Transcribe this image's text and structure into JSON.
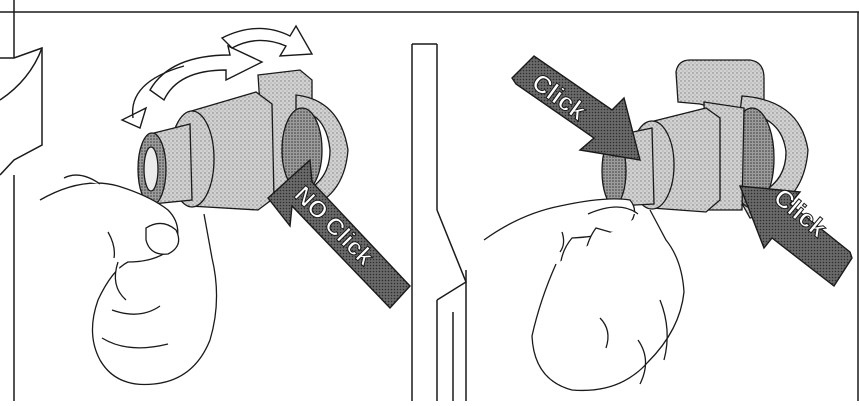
{
  "panel_left": {
    "arrow_label": "NO Click"
  },
  "panel_right": {
    "arrow_label_top": "Click",
    "arrow_label_right": "Click"
  },
  "colors": {
    "ink": "#1a1a1a",
    "arrow_fill": "#6e6e6e",
    "part_light": "#d8d8d8",
    "part_mid": "#a8a8a8",
    "part_dark": "#7a7a7a",
    "label_text": "#ffffff"
  }
}
